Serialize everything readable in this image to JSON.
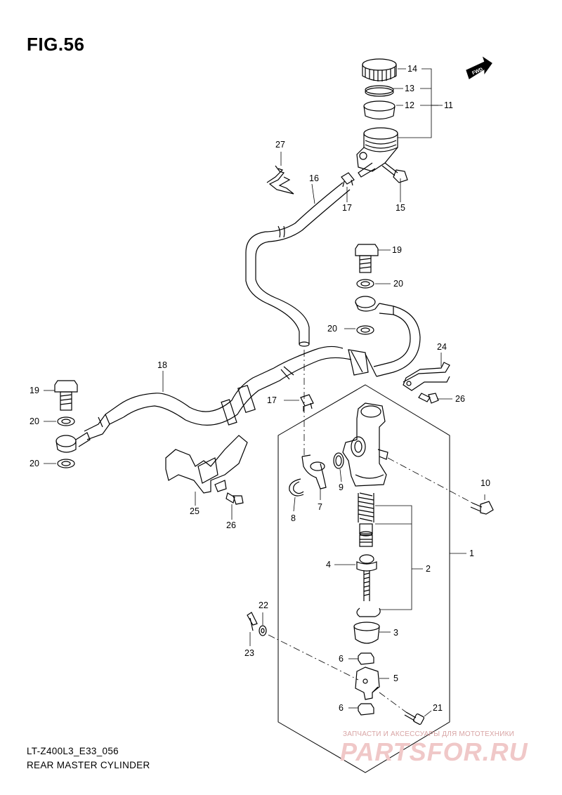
{
  "figure": {
    "title": "FIG.56",
    "model_code": "LT-Z400L3_E33_056",
    "caption": "REAR MASTER CYLINDER",
    "fwd_label": "FWD"
  },
  "callouts": {
    "n1": "1",
    "n2": "2",
    "n3": "3",
    "n4": "4",
    "n5": "5",
    "n6a": "6",
    "n6b": "6",
    "n7": "7",
    "n8": "8",
    "n9": "9",
    "n10": "10",
    "n11": "11",
    "n12": "12",
    "n13": "13",
    "n14": "14",
    "n15": "15",
    "n16": "16",
    "n17a": "17",
    "n17b": "17",
    "n18": "18",
    "n19a": "19",
    "n19b": "19",
    "n20a": "20",
    "n20b": "20",
    "n20c": "20",
    "n20d": "20",
    "n21": "21",
    "n22": "22",
    "n23": "23",
    "n24": "24",
    "n25": "25",
    "n26a": "26",
    "n26b": "26",
    "n27": "27"
  },
  "watermark": {
    "tagline": "ЗАПЧАСТИ И АКСЕССУАРЫ ДЛЯ МОТОТЕХНИКИ",
    "logo": "PARTSFOR.RU"
  },
  "colors": {
    "line": "#000000",
    "watermark": "#f0c8c8"
  }
}
